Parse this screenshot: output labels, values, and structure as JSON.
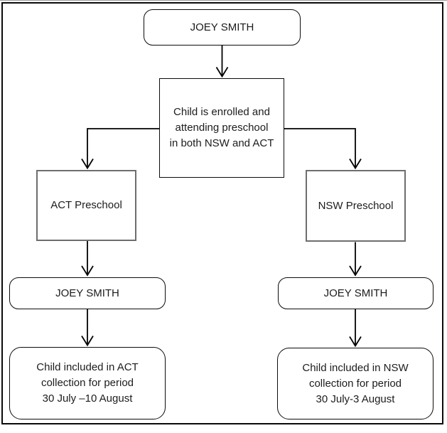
{
  "diagram": {
    "type": "flowchart",
    "nodes": {
      "child_top": {
        "label": "JOEY SMITH"
      },
      "enrolled": {
        "label": "Child is enrolled and\nattending preschool\nin both NSW and ACT"
      },
      "act_preschool": {
        "label": "ACT Preschool"
      },
      "nsw_preschool": {
        "label": "NSW Preschool"
      },
      "child_act": {
        "label": "JOEY SMITH"
      },
      "child_nsw": {
        "label": "JOEY SMITH"
      },
      "act_collection": {
        "label": "Child included in ACT\ncollection for period\n30 July –10 August"
      },
      "nsw_collection": {
        "label": "Child included in NSW\ncollection for period\n30 July-3 August"
      }
    },
    "edges": [
      {
        "from": "child_top",
        "to": "enrolled"
      },
      {
        "from": "enrolled",
        "to": "act_preschool"
      },
      {
        "from": "enrolled",
        "to": "nsw_preschool"
      },
      {
        "from": "act_preschool",
        "to": "child_act"
      },
      {
        "from": "nsw_preschool",
        "to": "child_nsw"
      },
      {
        "from": "child_act",
        "to": "act_collection"
      },
      {
        "from": "child_nsw",
        "to": "nsw_collection"
      }
    ],
    "colors": {
      "background": "#ffffff",
      "frame_border": "#0a0a0a",
      "node_border": "#0c0c0c",
      "preschool_node_border": "#6e6e6e",
      "connector": "#000000",
      "text": "#1c1c1c"
    }
  }
}
